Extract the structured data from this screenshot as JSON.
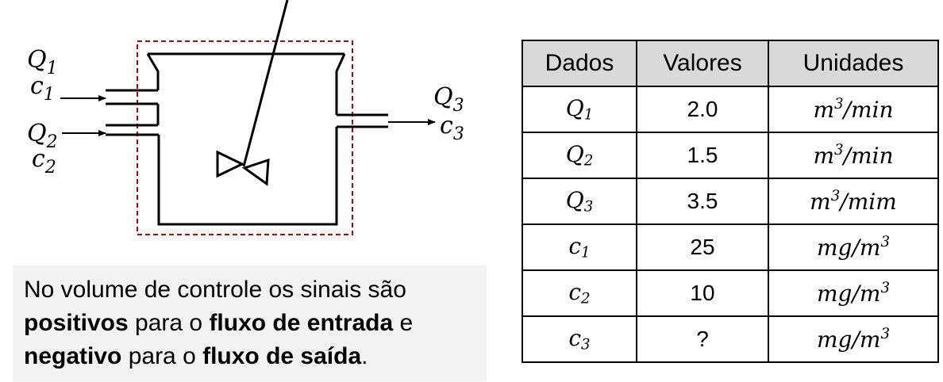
{
  "diagram": {
    "labels": {
      "q1": "Q",
      "q1_sub": "1",
      "c1": "c",
      "c1_sub": "1",
      "q2": "Q",
      "q2_sub": "2",
      "c2": "c",
      "c2_sub": "2",
      "q3": "Q",
      "q3_sub": "3",
      "c3": "c",
      "c3_sub": "3"
    },
    "colors": {
      "control_volume": "#c00000",
      "stroke": "#000000"
    }
  },
  "note": {
    "p1": "No volume de controle os sinais são ",
    "b1": "positivos",
    "p2": " para o ",
    "b2": "fluxo de entrada",
    "p3": " e ",
    "b3": "negativo",
    "p4": " para o ",
    "b4": "fluxo de saída",
    "p5": "."
  },
  "table": {
    "headers": [
      "Dados",
      "Valores",
      "Unidades"
    ],
    "rows": [
      {
        "sym": "Q",
        "sub": "1",
        "value": "2.0",
        "unit": "m",
        "sup": "3",
        "unit_rest": "/min"
      },
      {
        "sym": "Q",
        "sub": "2",
        "value": "1.5",
        "unit": "m",
        "sup": "3",
        "unit_rest": "/min"
      },
      {
        "sym": "Q",
        "sub": "3",
        "value": "3.5",
        "unit": "m",
        "sup": "3",
        "unit_rest": "/mim"
      },
      {
        "sym": "c",
        "sub": "1",
        "value": "25",
        "unit": "mg/m",
        "sup": "3",
        "unit_rest": ""
      },
      {
        "sym": "c",
        "sub": "2",
        "value": "10",
        "unit": "mg/m",
        "sup": "3",
        "unit_rest": ""
      },
      {
        "sym": "c",
        "sub": "3",
        "value": "?",
        "unit": "mg/m",
        "sup": "3",
        "unit_rest": ""
      }
    ]
  }
}
